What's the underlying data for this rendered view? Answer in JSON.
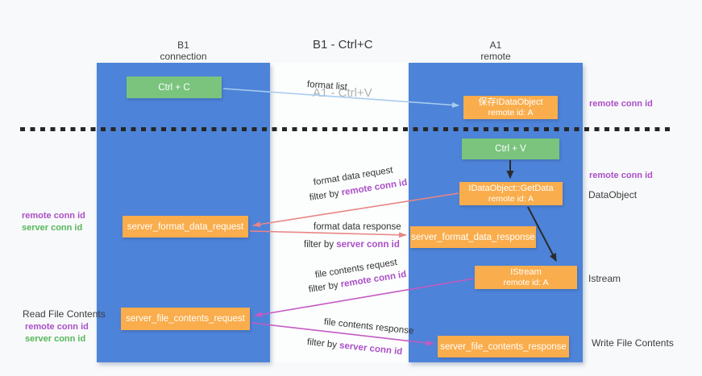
{
  "title": {
    "line1": "B1 - Ctrl+C",
    "line2": "A1 - Ctrl+V"
  },
  "lanes": {
    "left": {
      "title": "B1",
      "subtitle": "connection"
    },
    "right": {
      "title": "A1",
      "subtitle": "remote"
    }
  },
  "boxes": {
    "ctrl_c": {
      "label": "Ctrl + C"
    },
    "save_dataobject": {
      "line1": "保存IDataObject",
      "line2": "remote id: A"
    },
    "ctrl_v": {
      "label": "Ctrl + V"
    },
    "getdata": {
      "line1": "IDataObject::GetData",
      "line2": "remote id: A"
    },
    "format_request": {
      "label": "server_format_data_request"
    },
    "format_response": {
      "label": "server_format_data_response"
    },
    "istream": {
      "line1": "IStream",
      "line2": "remote id: A"
    },
    "file_request": {
      "label": "server_file_contents_request"
    },
    "file_response": {
      "label": "server_file_contents_response"
    }
  },
  "flow_labels": {
    "format_list": "format list",
    "format_request": "format data request",
    "format_response": "format data response",
    "file_request": "file contents request",
    "file_response": "file contents response",
    "filter_by": "filter by ",
    "remote_conn_id": "remote conn id",
    "server_conn_id": "server conn id"
  },
  "annotations": {
    "remote_conn_id_top": "remote conn id",
    "remote_conn_id_mid": "remote conn id",
    "dataobject": "DataObject",
    "istream": "Istream",
    "write_file_contents": "Write File Contents",
    "read_file_contents": "Read File Contents",
    "left_remote_conn_id_1": "remote conn id",
    "left_server_conn_id_1": "server conn id",
    "left_remote_conn_id_2": "remote conn id",
    "left_server_conn_id_2": "server conn id"
  },
  "colors": {
    "lane_blue": "#4d83d8",
    "box_orange": "#f9ad4c",
    "box_green": "#7ac47e",
    "accent_purple": "#ab4fc8",
    "accent_green": "#55b85a",
    "arrow_blue": "#a9cdf0",
    "arrow_salmon": "#e98585",
    "arrow_magenta": "#c45ac4",
    "arrow_black": "#2b2b2b"
  }
}
